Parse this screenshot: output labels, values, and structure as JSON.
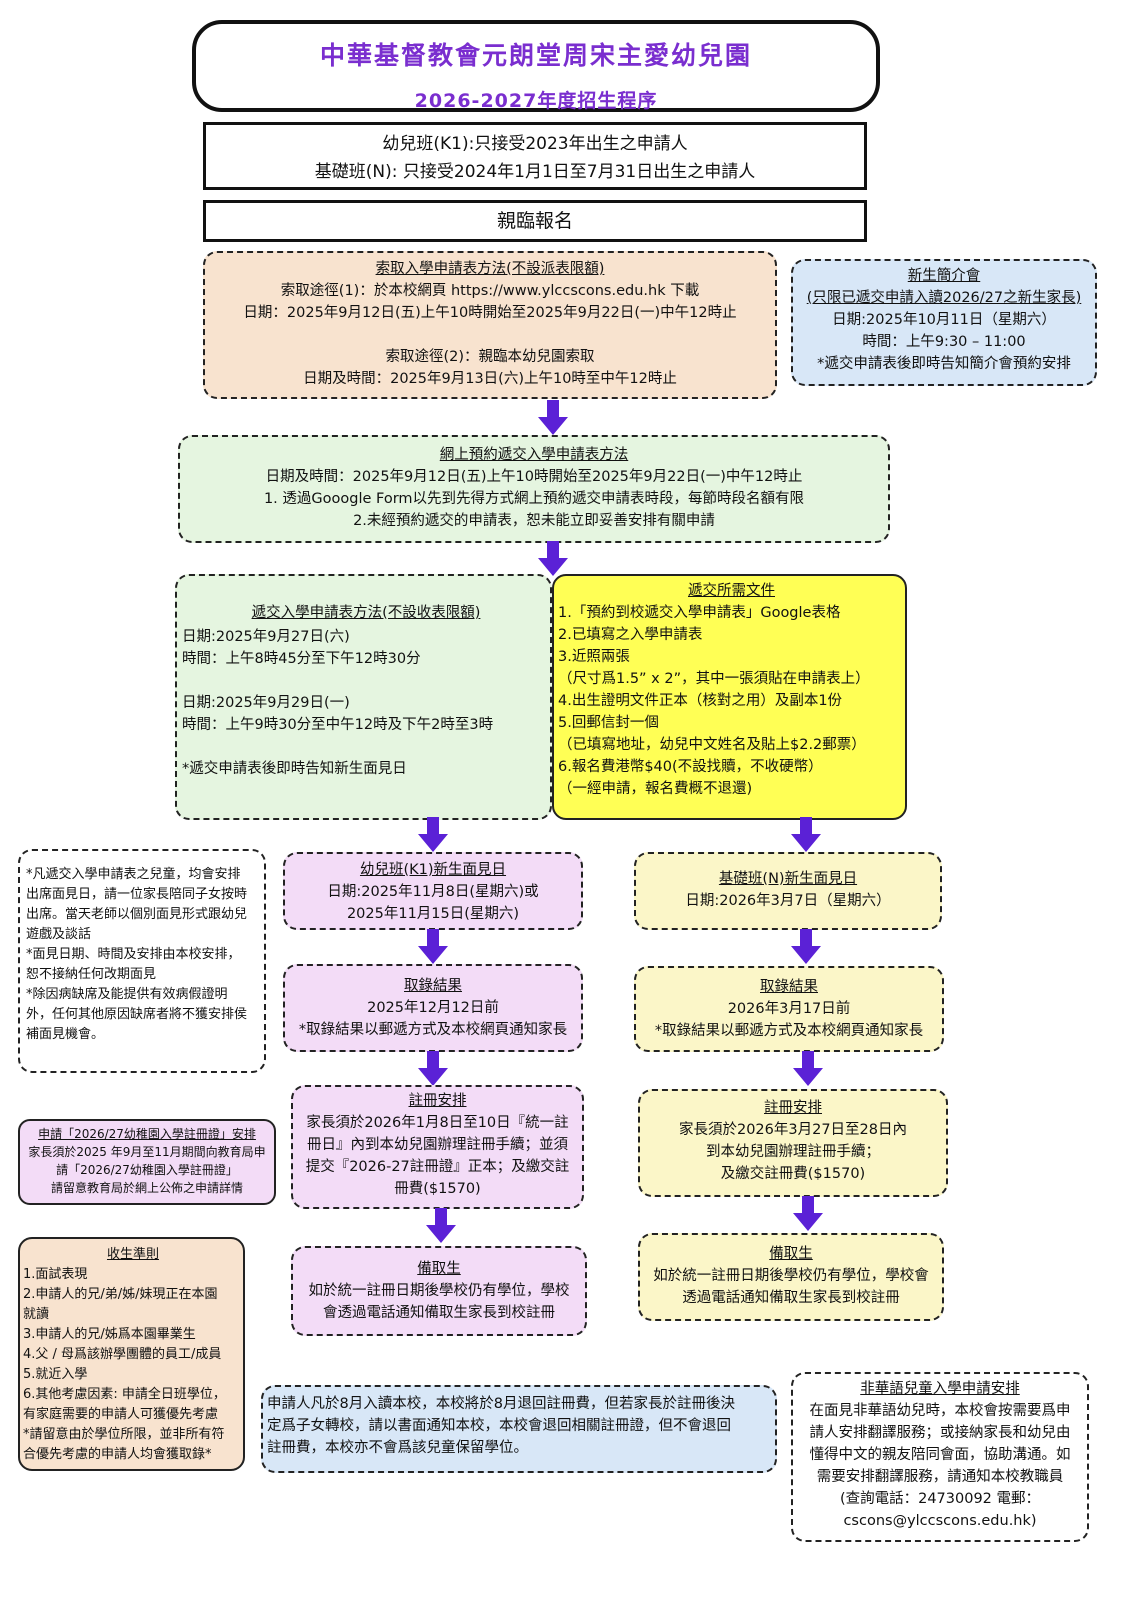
{
  "header": {
    "title": "中華基督教會元朗堂周宋主愛幼兒園",
    "subtitle": "2026-2027年度招生程序"
  },
  "eligibility": {
    "k1": "幼兒班(K1):只接受2023年出生之申請人",
    "n": "基礎班(N): 只接受2024年1月1日至7月31日出生之申請人"
  },
  "mode": "親臨報名",
  "get_form": {
    "title": "索取入學申請表方法(不設派表限額)",
    "line1": "索取途徑(1)：於本校網頁 https://www.ylccscons.edu.hk 下載",
    "line2": "日期：2025年9月12日(五)上午10時開始至2025年9月22日(一)中午12時止",
    "line3": "索取途徑(2)：親臨本幼兒園索取",
    "line4": "日期及時間：2025年9月13日(六)上午10時至中午12時止"
  },
  "orientation": {
    "title": "新生簡介會",
    "subtitle": "(只限已遞交申請入讀2026/27之新生家長)",
    "date": "日期:2025年10月11日（星期六）",
    "time": "時間：上午9:30 – 11:00",
    "note": "*遞交申請表後即時告知簡介會預約安排"
  },
  "online_booking": {
    "title": "網上預約遞交入學申請表方法",
    "line1": "日期及時間：2025年9月12日(五)上午10時開始至2025年9月22日(一)中午12時止",
    "line2": "1. 透過Gooogle Form以先到先得方式網上預約遞交申請表時段，每節時段名額有限",
    "line3": "2.未經預約遞交的申請表，恕未能立即妥善安排有關申請"
  },
  "submit": {
    "title": "遞交入學申請表方法(不設收表限額)",
    "date1": "日期:2025年9月27日(六)",
    "time1": "時間：上午8時45分至下午12時30分",
    "date2": "日期:2025年9月29日(一)",
    "time2": "時間：上午9時30分至中午12時及下午2時至3時",
    "note": "*遞交申請表後即時告知新生面見日"
  },
  "documents": {
    "title": "遞交所需文件",
    "items": [
      "1.「預約到校遞交入學申請表」Google表格",
      "2.已填寫之入學申請表",
      "3.近照兩張",
      "（尺寸爲1.5” x 2”，其中一張須貼在申請表上）",
      "4.出生證明文件正本（核對之用）及副本1份",
      "5.回郵信封一個",
      "（已填寫地址，幼兒中文姓名及貼上$2.2郵票）",
      "6.報名費港幣$40(不設找贖，不收硬幣）",
      "（一經申請，報名費概不退還)"
    ]
  },
  "interview_note": {
    "lines": [
      "*凡遞交入學申請表之兒童，均會安排",
      "出席面見日，請一位家長陪同子女按時",
      "出席。當天老師以個別面見形式跟幼兒",
      "遊戲及談話",
      "*面見日期、時間及安排由本校安排，",
      "恕不接納任何改期面見",
      "*除因病缺席及能提供有效病假證明",
      "外，任何其他原因缺席者將不獲安排侯",
      "補面見機會。"
    ]
  },
  "k1": {
    "interview_title": "幼兒班(K1)新生面見日",
    "interview_line1": "日期:2025年11月8日(星期六)或",
    "interview_line2": "2025年11月15日(星期六)",
    "result_title": "取錄結果",
    "result_date": "2025年12月12日前",
    "result_note": "*取錄結果以郵遞方式及本校網頁通知家長",
    "reg_title": "註冊安排",
    "reg_lines": [
      "家長須於2026年1月8日至10日『統一註",
      "冊日』內到本幼兒園辦理註冊手續；並須",
      "提交『2026-27註冊證』正本；及繳交註",
      "冊費($1570)"
    ],
    "wait_title": "備取生",
    "wait_lines": [
      "如於統一註冊日期後學校仍有學位，學校",
      "會透過電話通知備取生家長到校註冊"
    ]
  },
  "n": {
    "interview_title": "基礎班(N)新生面見日",
    "interview_line1": "日期:2026年3月7日（星期六）",
    "result_title": "取錄結果",
    "result_date": "2026年3月17日前",
    "result_note": "*取錄結果以郵遞方式及本校網頁通知家長",
    "reg_title": "註冊安排",
    "reg_lines": [
      "家長須於2026年3月27日至28日內",
      "到本幼兒園辦理註冊手續；",
      "及繳交註冊費($1570)"
    ],
    "wait_title": "備取生",
    "wait_lines": [
      "如於統一註冊日期後學校仍有學位，學校會",
      "透過電話通知備取生家長到校註冊"
    ]
  },
  "reg_cert": {
    "lines": [
      "申請「2026/27幼稚園入學註冊證」安排",
      "家長須於2025 年9月至11月期間向教育局申",
      "請「2026/27幼稚園入學註冊證」",
      "請留意教育局於網上公佈之申請詳情"
    ]
  },
  "criteria": {
    "title": "收生準則",
    "lines": [
      "1.面試表現",
      "2.申請人的兄/弟/姊/妹現正在本園",
      "就讀",
      "3.申請人的兄/姊爲本園畢業生",
      "4.父 / 母爲該辦學團體的員工/成員",
      "5.就近入學",
      "6.其他考慮因素: 申請全日班學位，",
      "有家庭需要的申請人可獲優先考慮",
      "*請留意由於學位所限，並非所有符",
      "合優先考慮的申請人均會獲取錄*"
    ]
  },
  "refund": {
    "lines": [
      "申請人凡於8月入讀本校，本校將於8月退回註冊費，但若家長於註冊後決",
      "定爲子女轉校，請以書面通知本校，本校會退回相關註冊證，但不會退回",
      "註冊費，本校亦不會爲該兒童保留學位。"
    ]
  },
  "non_chinese": {
    "title": "非華語兒童入學申請安排",
    "lines": [
      "在面見非華語幼兒時，本校會按需要爲申",
      "請人安排翻譯服務；或接納家長和幼兒由",
      "懂得中文的親友陪同會面，協助溝通。如",
      "需要安排翻譯服務，請通知本校教職員",
      "(查詢電話：24730092 電郵：",
      "cscons@ylccscons.edu.hk)"
    ]
  },
  "colors": {
    "peach": "#f8e3cf",
    "blue": "#d8e7f7",
    "green": "#e5f5e0",
    "yellow": "#ffff55",
    "lavender": "#f3dcf7",
    "cream": "#fbf6c8",
    "arrow": "#5b21d6"
  }
}
